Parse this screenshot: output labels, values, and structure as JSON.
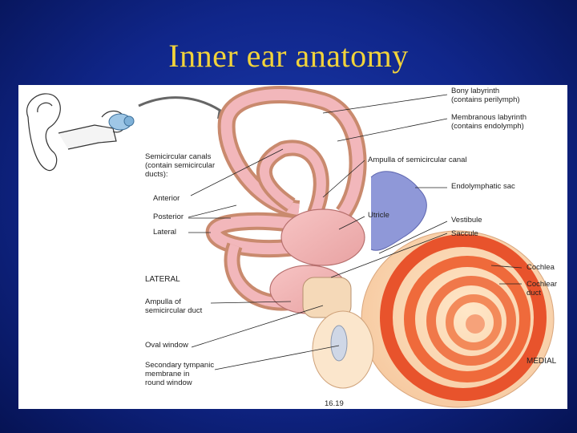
{
  "slide": {
    "title": "Inner ear anatomy"
  },
  "figure": {
    "labels": {
      "bony_labyrinth": "Bony labyrinth",
      "bony_labyrinth_note": "(contains perilymph)",
      "membranous_labyrinth": "Membranous labyrinth",
      "membranous_labyrinth_note": "(contains endolymph)",
      "ampulla_canal": "Ampulla of semicircular canal",
      "semicircular_canals_1": "Semicircular canals",
      "semicircular_canals_2": "(contain semicircular",
      "semicircular_canals_3": "ducts):",
      "endolymphatic_sac": "Endolymphatic sac",
      "anterior": "Anterior",
      "posterior": "Posterior",
      "utricle": "Utricle",
      "vestibule": "Vestibule",
      "lateral": "Lateral",
      "saccule": "Saccule",
      "lateral_side": "LATERAL",
      "cochlea": "Cochlea",
      "cochlear_duct_1": "Cochlear",
      "cochlear_duct_2": "duct",
      "ampulla_duct_1": "Ampulla of",
      "ampulla_duct_2": "semicircular duct",
      "oval_window": "Oval window",
      "medial_side": "MEDIAL",
      "secondary_1": "Secondary tympanic",
      "secondary_2": "membrane in",
      "secondary_3": "round window",
      "figure_number": "16.19"
    }
  }
}
